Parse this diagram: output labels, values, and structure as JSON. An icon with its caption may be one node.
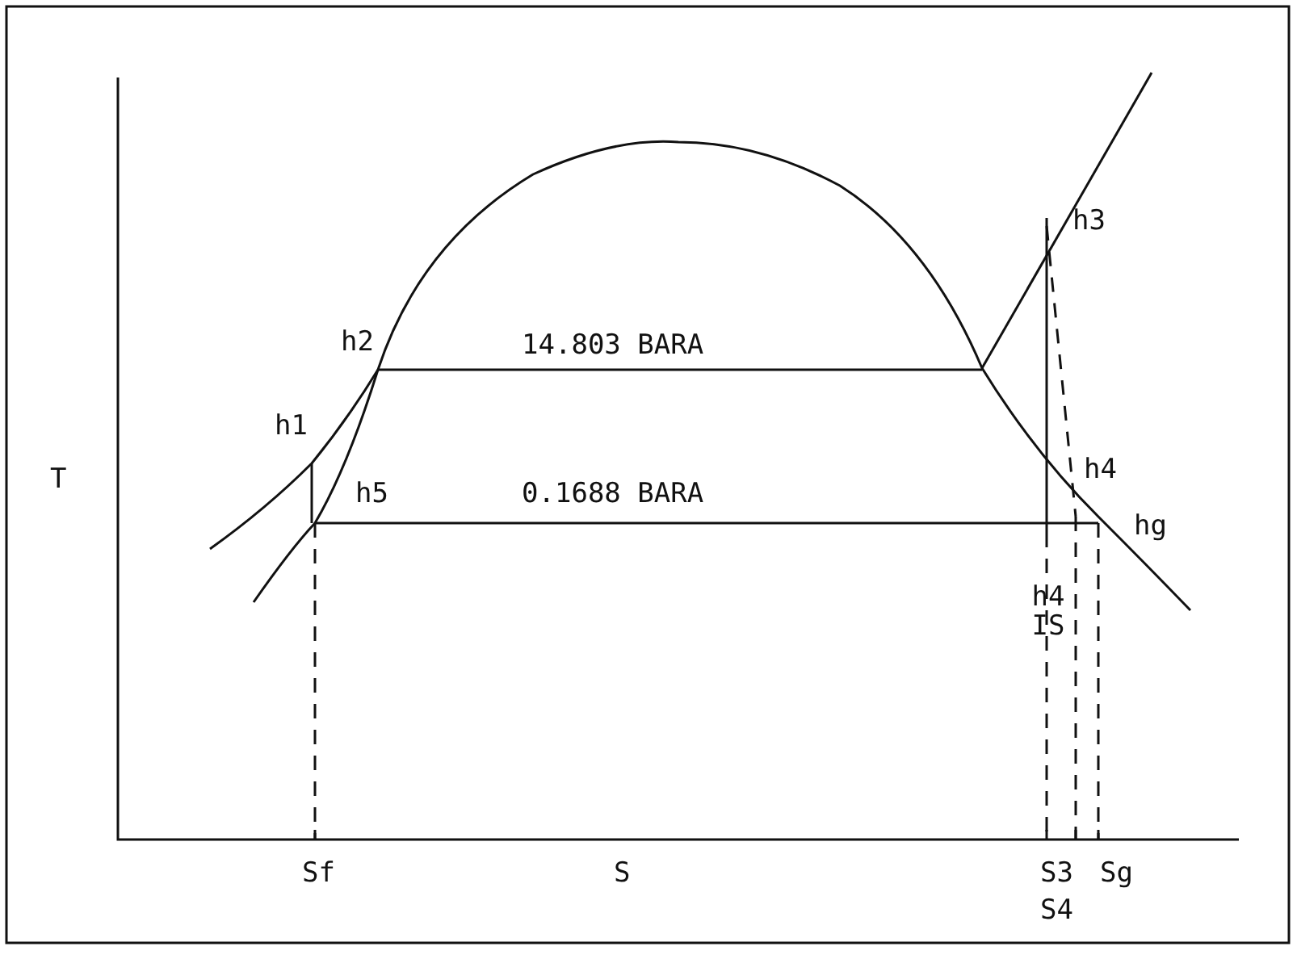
{
  "diagram": {
    "labels": [
      "h3",
      "h2",
      "14.803 BARA",
      "T",
      "h1",
      "h4",
      "h5",
      "0.1688 BARA",
      "hg",
      "h4 IS",
      "Sf",
      "S",
      "S3",
      "Sg",
      "S4"
    ]
  }
}
